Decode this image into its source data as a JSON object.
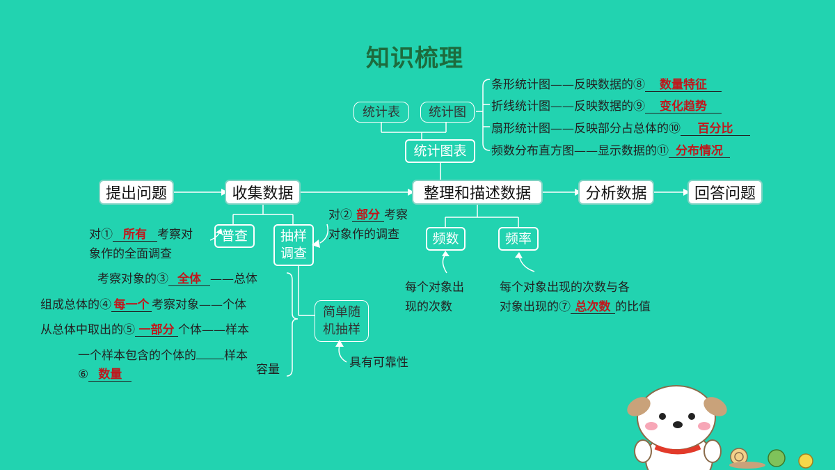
{
  "title": "知识梳理",
  "main_flow": [
    "提出问题",
    "收集数据",
    "整理和描述数据",
    "分析数据",
    "回答问题"
  ],
  "stat_chart": {
    "table": "统计表",
    "chart": "统计图",
    "group": "统计图表",
    "items": [
      {
        "text": "条形统计图——反映数据的⑧",
        "answer": "数量特征"
      },
      {
        "text": "折线统计图——反映数据的⑨",
        "answer": "变化趋势"
      },
      {
        "text": "扇形统计图——反映部分占总体的⑩",
        "answer": "百分比"
      },
      {
        "text": "频数分布直方图——显示数据的⑪",
        "answer": "分布情况"
      }
    ]
  },
  "census": {
    "label": "普查",
    "def_pre": "对①",
    "answer": "所有",
    "def_post": "考察对",
    "def_line2": "象作的全面调查"
  },
  "sampling": {
    "label_line1": "抽样",
    "label_line2": "调查",
    "def_pre": "对②",
    "answer": "部分",
    "def_post": "考察",
    "def_line2": "对象作的调查",
    "random_line1": "简单随",
    "random_line2": "机抽样",
    "reliable": "具有可靠性"
  },
  "concepts": [
    {
      "pre": "考察对象的③",
      "answer": "全体",
      "post": "——总体"
    },
    {
      "pre": "组成总体的④",
      "answer": "每一个",
      "post": "考察对象——个体"
    },
    {
      "pre": "从总体中取出的⑤",
      "answer": "一部分",
      "post": "个体——样本"
    },
    {
      "pre": "一个样本包含的个体的",
      "post": "样本",
      "post2": "容量",
      "line2_pre": "⑥",
      "answer": "数量"
    }
  ],
  "frequency": {
    "label": "频数",
    "desc_line1": "每个对象出",
    "desc_line2": "现的次数"
  },
  "rel_frequency": {
    "label": "频率",
    "desc_line1": "每个对象出现的次数与各",
    "desc_line2_pre": "对象出现的⑦",
    "answer": "总次数",
    "desc_line2_post": "的比值"
  },
  "colors": {
    "background": "#22d3b0",
    "answer": "#c0171c",
    "title": "#1d6b3d"
  }
}
